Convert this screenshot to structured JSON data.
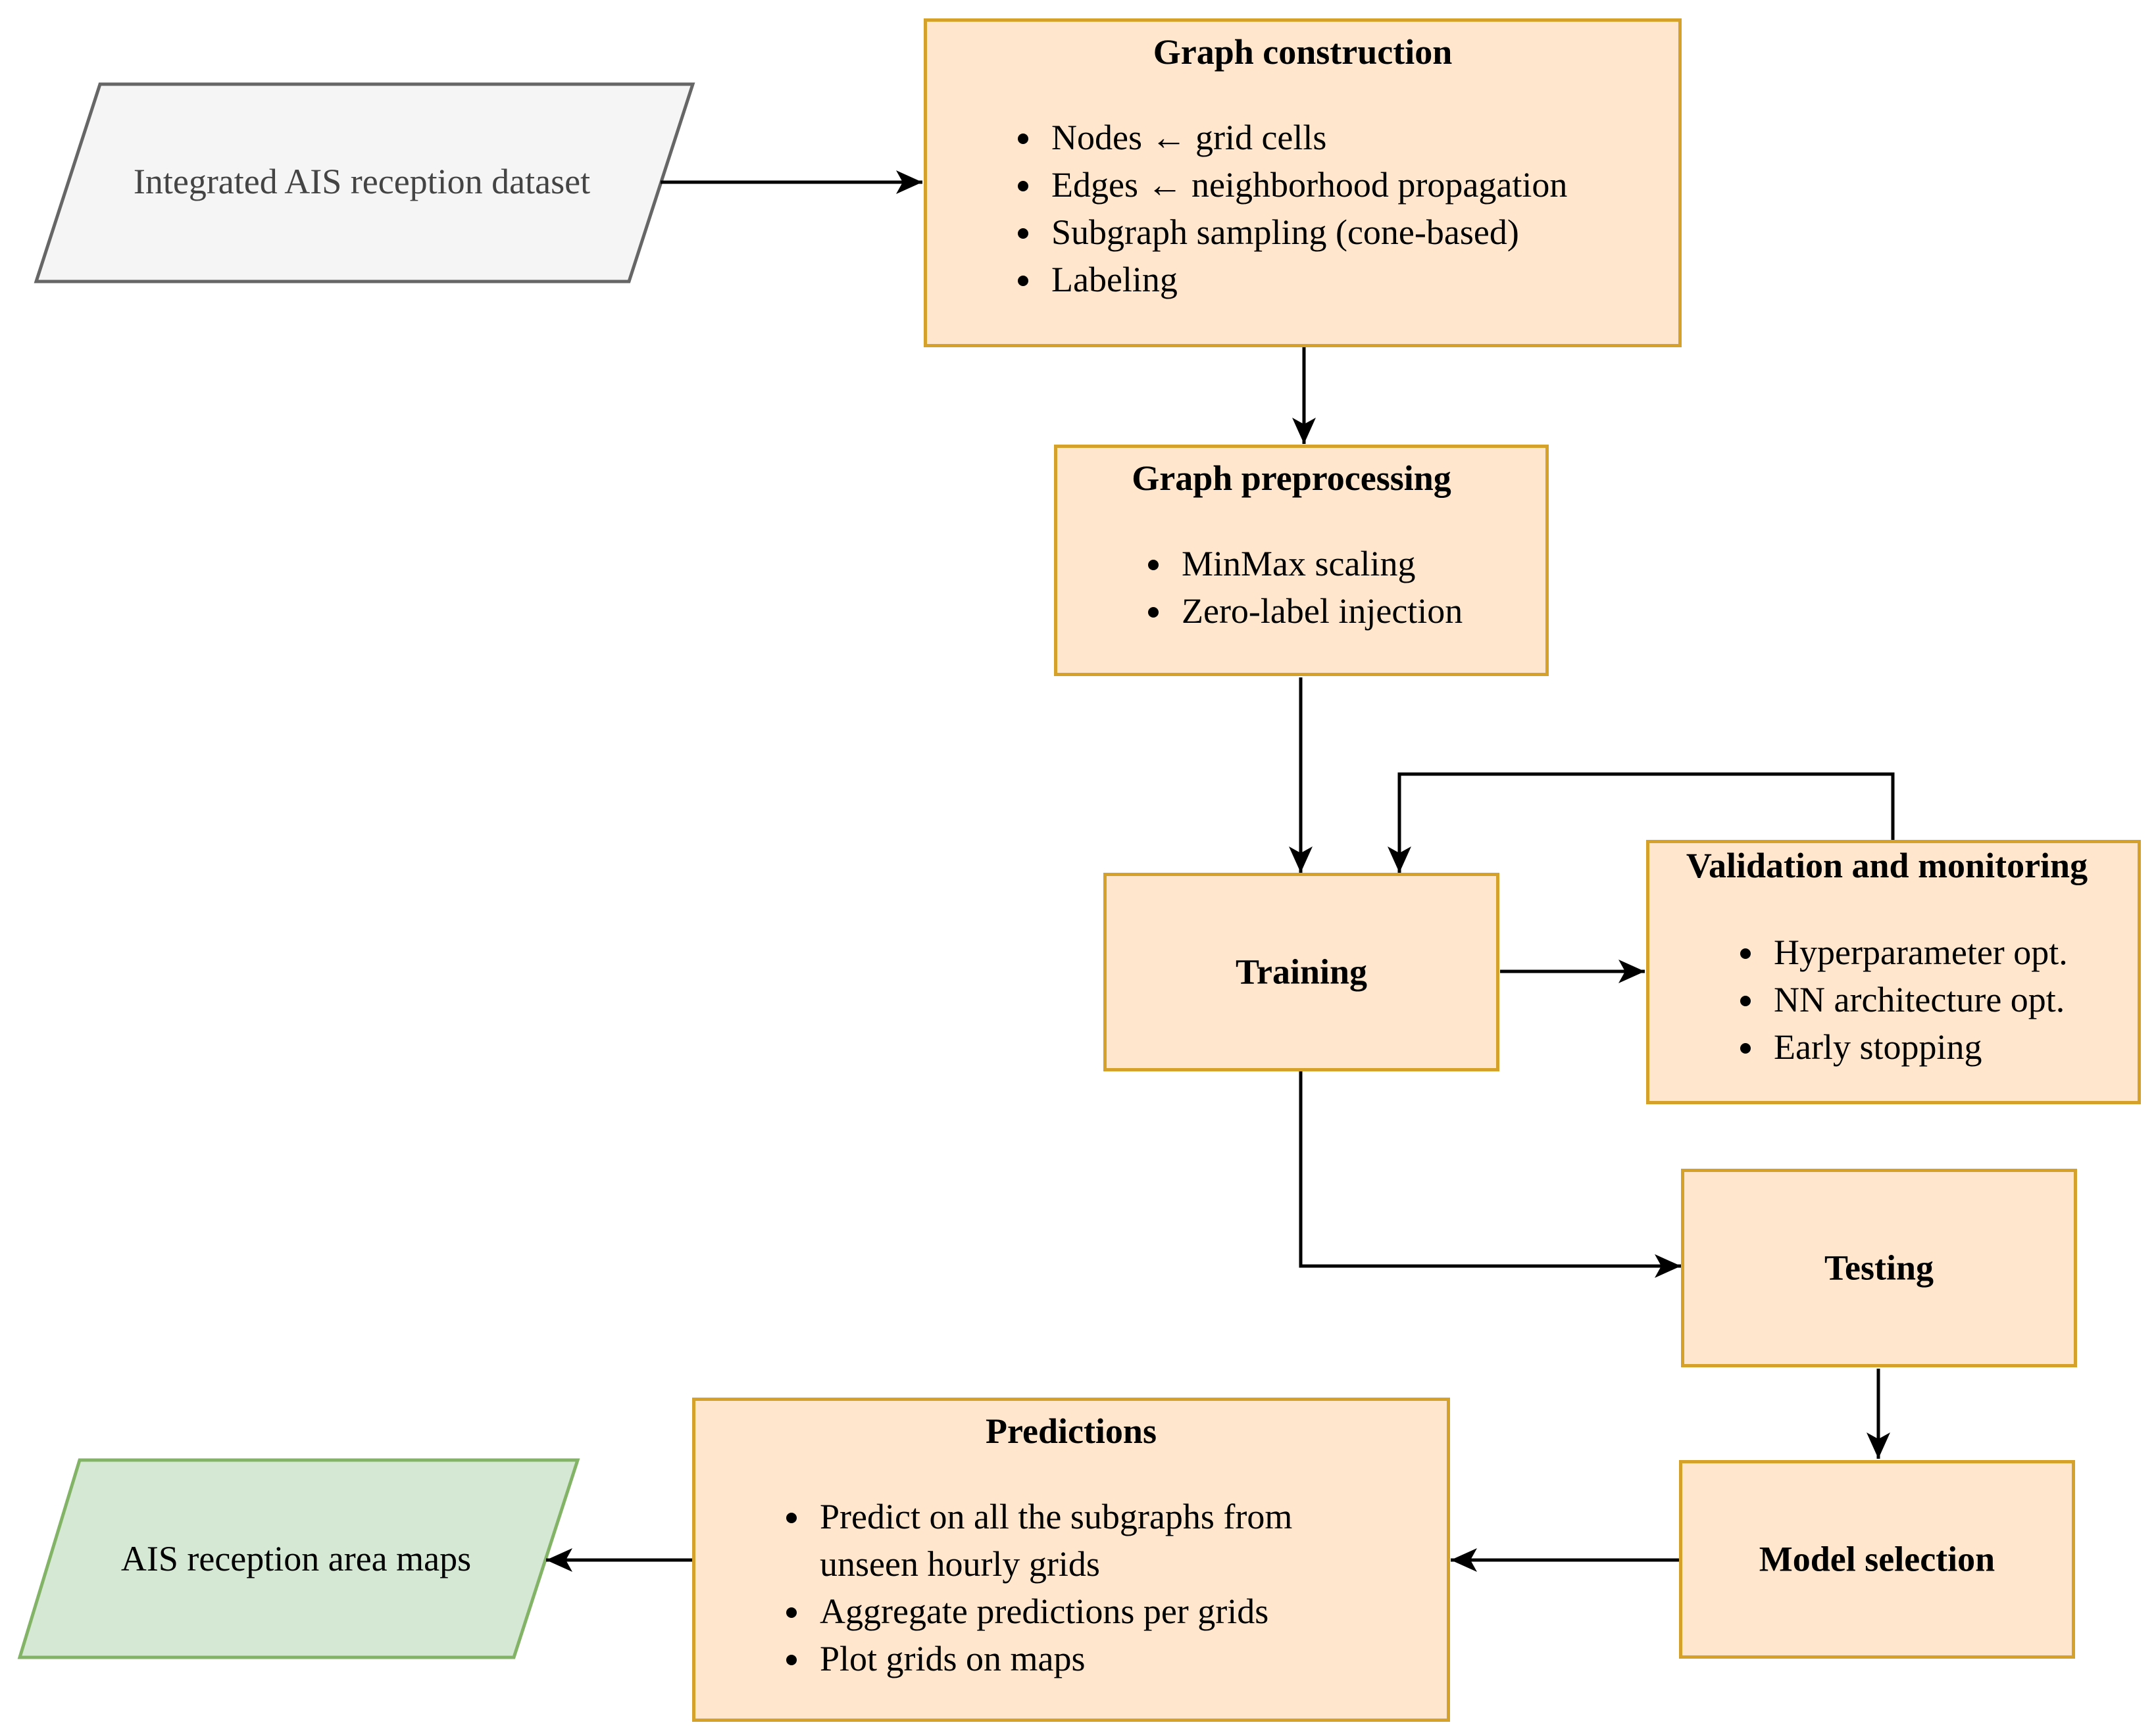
{
  "colors": {
    "process_fill": "#ffe6cc",
    "process_border": "#d6a12a",
    "input_fill": "#f5f5f5",
    "input_border": "#666666",
    "output_fill": "#d5e8d4",
    "output_border": "#82b366",
    "arrow": "#000000"
  },
  "input": {
    "label": "Integrated AIS reception dataset"
  },
  "graph_construction": {
    "title": "Graph construction",
    "items": [
      "Nodes ← grid cells",
      "Edges ← neighborhood propagation",
      "Subgraph sampling (cone-based)",
      "Labeling"
    ]
  },
  "graph_preprocessing": {
    "title": "Graph preprocessing",
    "items": [
      "MinMax scaling",
      "Zero-label injection"
    ]
  },
  "training": {
    "title": "Training"
  },
  "validation": {
    "title": "Validation and monitoring",
    "items": [
      "Hyperparameter opt.",
      "NN architecture opt.",
      "Early stopping"
    ]
  },
  "testing": {
    "title": "Testing"
  },
  "model_selection": {
    "title": "Model selection"
  },
  "predictions": {
    "title": "Predictions",
    "items": [
      "Predict on all the subgraphs from",
      "unseen hourly grids",
      "Aggregate predictions per grids",
      "Plot grids on maps"
    ]
  },
  "output": {
    "label": "AIS reception area maps"
  }
}
